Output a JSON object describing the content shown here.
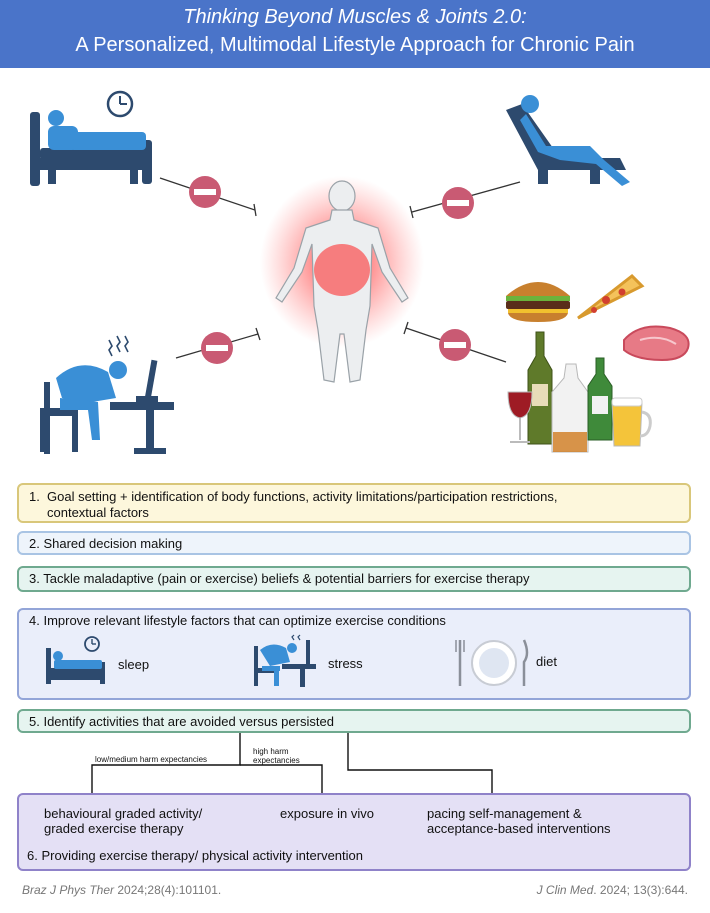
{
  "title": {
    "line1": "Thinking Beyond Muscles & Joints 2.0:",
    "line2": "A Personalized, Multimodal Lifestyle Approach for Chronic Pain"
  },
  "steps": {
    "s1_num": "1.",
    "s1_line1": "Goal setting + identification of body functions, activity limitations/participation restrictions,",
    "s1_line2": "contextual factors",
    "s2": "2. Shared decision making",
    "s3": "3. Tackle maladaptive (pain or exercise) beliefs & potential barriers for exercise therapy",
    "s4": "4. Improve relevant lifestyle factors that can optimize exercise conditions",
    "s4_sleep": "sleep",
    "s4_stress": "stress",
    "s4_diet": "diet",
    "s5": "5. Identify activities that are avoided versus persisted",
    "branch_low": "low/medium harm expectancies",
    "branch_high_1": "high harm",
    "branch_high_2": "expectancies",
    "s6_opt1_line1": "behavioural graded activity/",
    "s6_opt1_line2": "graded exercise therapy",
    "s6_opt2": "exposure in vivo",
    "s6_opt3_line1": "pacing self-management &",
    "s6_opt3_line2": "acceptance-based interventions",
    "s6": "6. Providing exercise therapy/ physical activity intervention"
  },
  "citations": {
    "left_journal": "Braz J Phys Ther",
    "left_rest": " 2024;28(4):101101.",
    "right_journal": "J Clin Med",
    "right_rest": ". 2024; 13(3):644."
  },
  "colors": {
    "header": "#4a74c9",
    "icon_blue": "#2f6fb0",
    "inhibitor_red": "#c95a73",
    "pain_red": "#ff3b3b"
  }
}
